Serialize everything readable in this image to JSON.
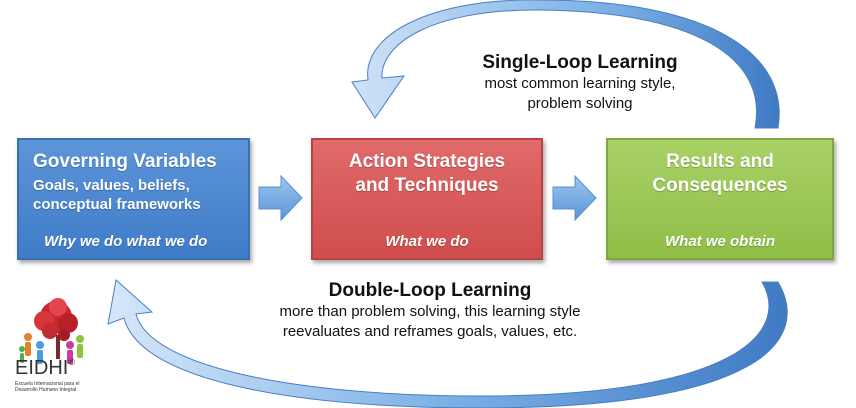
{
  "boxes": {
    "governing": {
      "title": "Governing Variables",
      "lines": [
        "Goals, values, beliefs,",
        "conceptual frameworks"
      ],
      "footer": "Why we do what we do"
    },
    "action": {
      "title_lines": [
        "Action Strategies",
        "and Techniques"
      ],
      "footer": "What we do"
    },
    "results": {
      "title_lines": [
        "Results and",
        "Consequences"
      ],
      "footer": "What we obtain"
    }
  },
  "single_loop": {
    "title": "Single-Loop Learning",
    "lines": [
      "most common learning style,",
      "problem solving"
    ]
  },
  "double_loop": {
    "title": "Double-Loop Learning",
    "lines": [
      "more than problem solving, this learning style",
      "reevaluates and reframes goals, values, etc."
    ]
  },
  "logo": {
    "name": "EIDHI",
    "mark": "®",
    "caption_lines": [
      "Escuela Internacional para el",
      "Desarrollo Humano Integral"
    ]
  },
  "colors": {
    "governing": "#4a86cf",
    "action": "#d95858",
    "results": "#9cc856",
    "arrow": "#6aa6e4"
  }
}
